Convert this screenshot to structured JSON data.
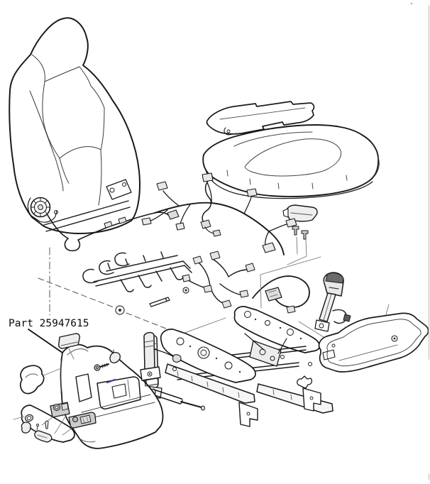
{
  "diagram": {
    "type": "exploded-parts-diagram",
    "subject": "vehicle front seat assembly exploded view",
    "part_label": "Part 25947615",
    "labeled_component": "seat-outer-trim-shield-panel",
    "colors": {
      "line": "#1a1a1a",
      "thin_line": "#555555",
      "leader_line": "#777777",
      "label_text": "#0a0a0a",
      "highlight_blue": "#2e3f9f",
      "page_border_gray": "#cccccc",
      "background": "#ffffff"
    },
    "components": [
      "seat-back-with-headrest",
      "recliner-hub",
      "seat-back-cable",
      "cushion-pan",
      "seat-cushion",
      "cushion-pigtail-wires",
      "mount-bracket-with-push-pins",
      "main-wiring-harness",
      "secondary-wiring-harness",
      "cushion-suspension-mat",
      "torsion-rod",
      "fastener-washers",
      "seat-track-adjuster-assembly",
      "height-adjuster-strut",
      "drive-cylinder",
      "seat-belt-buckle",
      "inner-finish-cover",
      "retainer-clip",
      "outer-trim-shield",
      "trim-cap",
      "recliner-handle",
      "trim-screw",
      "cone-clip",
      "seat-belt-pretensioner",
      "switch-bezel-plate",
      "power-seat-switch",
      "lumbar-switch",
      "trim-knob",
      "trim-button"
    ]
  }
}
